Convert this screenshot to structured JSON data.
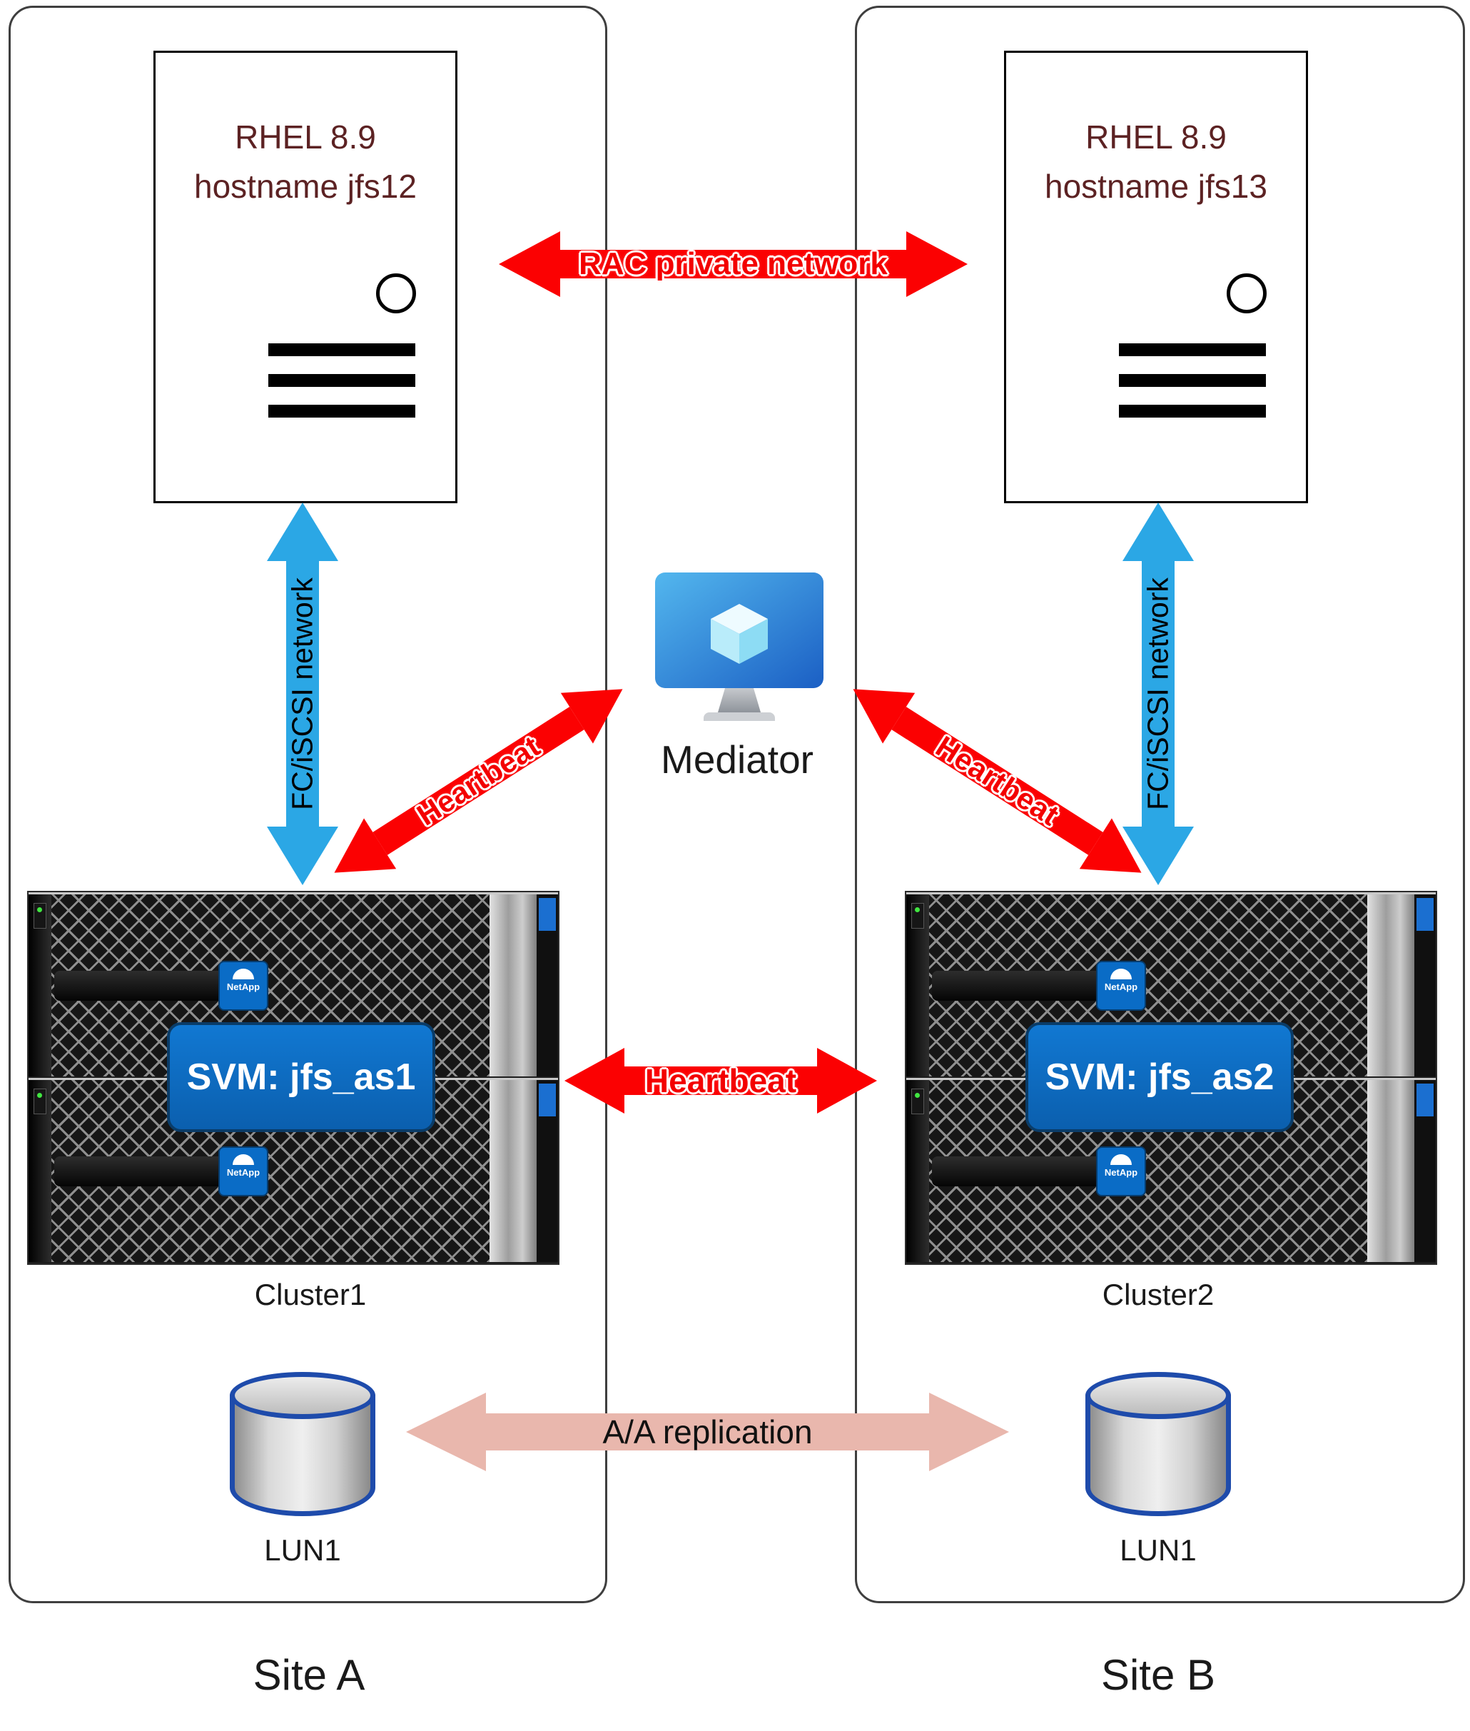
{
  "sites": {
    "a": {
      "label": "Site A",
      "server": {
        "os": "RHEL 8.9",
        "hostname": "hostname jfs12"
      },
      "svm": "SVM: jfs_as1",
      "cluster": "Cluster1",
      "lun": "LUN1"
    },
    "b": {
      "label": "Site B",
      "server": {
        "os": "RHEL 8.9",
        "hostname": "hostname jfs13"
      },
      "svm": "SVM: jfs_as2",
      "cluster": "Cluster2",
      "lun": "LUN1"
    }
  },
  "connections": {
    "rac": "RAC private network",
    "fc_a": "FC/iSCSI network",
    "fc_b": "FC/iSCSI network",
    "heartbeat_left": "Heartbeat",
    "heartbeat_right": "Heartbeat",
    "heartbeat_center": "Heartbeat",
    "replication": "A/A replication"
  },
  "mediator": {
    "label": "Mediator"
  },
  "branding": {
    "netapp": "NetApp"
  },
  "colors": {
    "arrow_red": "#fb0102",
    "arrow_blue": "#2ba7e5",
    "arrow_pink": "#e9b7ad",
    "svm_blue": "#0e6fc0",
    "server_text": "#5c2223"
  }
}
